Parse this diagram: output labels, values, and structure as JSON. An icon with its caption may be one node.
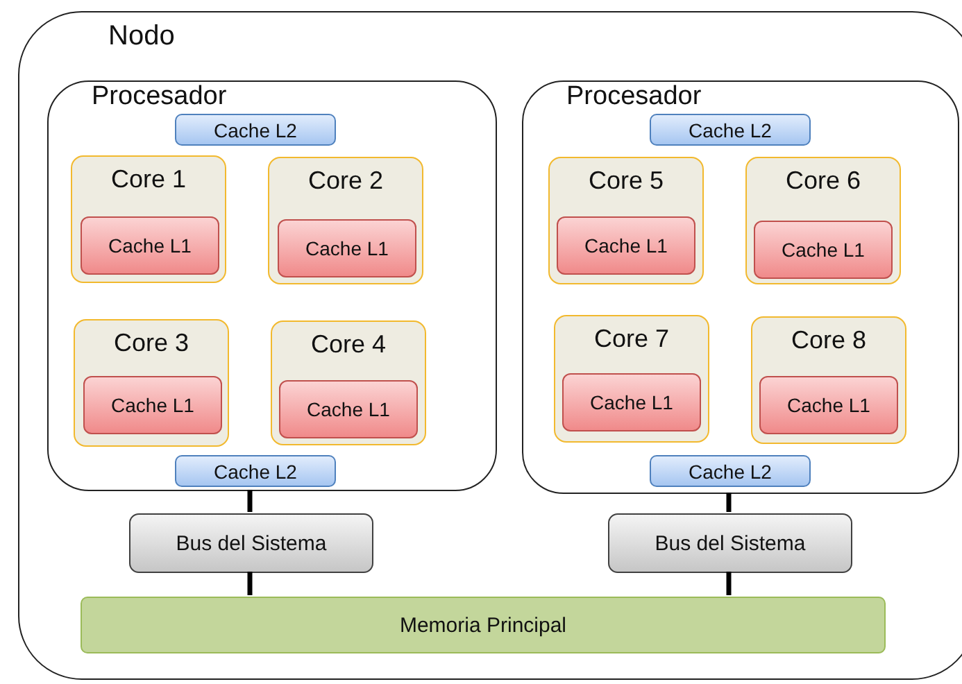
{
  "diagram": {
    "nodes": [
      {
        "text": [
          "Nodo"
        ]
      },
      {
        "text": [
          "Procesador"
        ],
        "in": 0
      },
      {
        "text": [
          "Cache L2"
        ],
        "in": 1
      },
      {
        "text": [
          "Core 1"
        ],
        "in": 1
      },
      {
        "text": [
          "Cache L1"
        ],
        "in": 3
      },
      {
        "text": [
          "Core 2"
        ],
        "in": 1
      },
      {
        "text": [
          "Cache L1"
        ],
        "in": 5
      },
      {
        "text": [
          "Core 3"
        ],
        "in": 1
      },
      {
        "text": [
          "Cache L1"
        ],
        "in": 7
      },
      {
        "text": [
          "Core 4"
        ],
        "in": 1
      },
      {
        "text": [
          "Cache L1"
        ],
        "in": 9
      },
      {
        "text": [
          "Cache L2"
        ],
        "in": 1
      },
      {
        "text": [
          "Procesador"
        ],
        "in": 0
      },
      {
        "text": [
          "Cache L2"
        ],
        "in": 12
      },
      {
        "text": [
          "Core 5"
        ],
        "in": 12
      },
      {
        "text": [
          "Cache L1"
        ],
        "in": 14
      },
      {
        "text": [
          "Core 6"
        ],
        "in": 12
      },
      {
        "text": [
          "Cache L1"
        ],
        "in": 16
      },
      {
        "text": [
          "Core 7"
        ],
        "in": 12
      },
      {
        "text": [
          "Cache L1"
        ],
        "in": 18
      },
      {
        "text": [
          "Core 8"
        ],
        "in": 12
      },
      {
        "text": [
          "Cache L1"
        ],
        "in": 20
      },
      {
        "text": [
          "Cache L2"
        ],
        "in": 12
      },
      {
        "text": [
          "Bus del Sistema"
        ],
        "in": 0
      },
      {
        "text": [
          "Bus del Sistema"
        ],
        "in": 0
      },
      {
        "text": [
          "Memoria Principal"
        ],
        "in": 0
      }
    ],
    "edges": [
      {
        "from": 1,
        "to": 23,
        "arrow": "none"
      },
      {
        "from": 23,
        "to": 25,
        "arrow": "none"
      },
      {
        "from": 12,
        "to": 24,
        "arrow": "none"
      },
      {
        "from": 24,
        "to": 25,
        "arrow": "none"
      }
    ]
  }
}
